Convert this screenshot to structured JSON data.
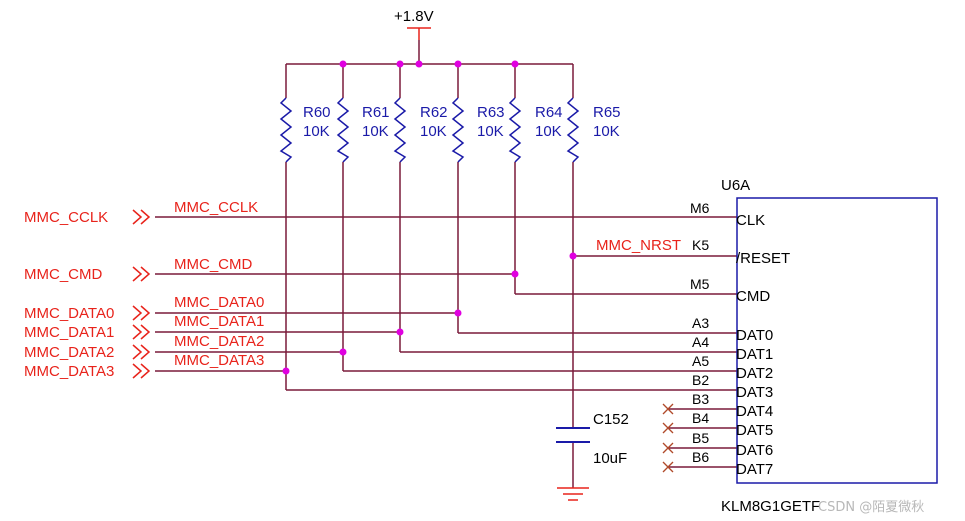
{
  "power": {
    "label": "+1.8V"
  },
  "resistors": [
    {
      "ref": "R60",
      "value": "10K"
    },
    {
      "ref": "R61",
      "value": "10K"
    },
    {
      "ref": "R62",
      "value": "10K"
    },
    {
      "ref": "R63",
      "value": "10K"
    },
    {
      "ref": "R64",
      "value": "10K"
    },
    {
      "ref": "R65",
      "value": "10K"
    }
  ],
  "ports": [
    "MMC_CCLK",
    "MMC_CMD",
    "MMC_DATA0",
    "MMC_DATA1",
    "MMC_DATA2",
    "MMC_DATA3"
  ],
  "nets": [
    "MMC_CCLK",
    "MMC_CMD",
    "MMC_DATA0",
    "MMC_DATA1",
    "MMC_DATA2",
    "MMC_DATA3",
    "MMC_NRST"
  ],
  "chip": {
    "ref": "U6A",
    "part": "KLM8G1GETF",
    "pins": [
      {
        "num": "M6",
        "name": "CLK"
      },
      {
        "num": "K5",
        "name": "/RESET"
      },
      {
        "num": "M5",
        "name": "CMD"
      },
      {
        "num": "A3",
        "name": "DAT0"
      },
      {
        "num": "A4",
        "name": "DAT1"
      },
      {
        "num": "A5",
        "name": "DAT2"
      },
      {
        "num": "B2",
        "name": "DAT3"
      },
      {
        "num": "B3",
        "name": "DAT4"
      },
      {
        "num": "B4",
        "name": "DAT5"
      },
      {
        "num": "B5",
        "name": "DAT6"
      },
      {
        "num": "B6",
        "name": "DAT7"
      }
    ]
  },
  "capacitor": {
    "ref": "C152",
    "value": "10uF"
  },
  "watermark": "CSDN @陌夏微秋",
  "colors": {
    "wire": "#7a1a3a",
    "junction": "#e000e0",
    "component": "#1a1aa8",
    "net_label": "#e8231b",
    "pin_text": "#000000",
    "no_connect": "#b04a2a"
  }
}
